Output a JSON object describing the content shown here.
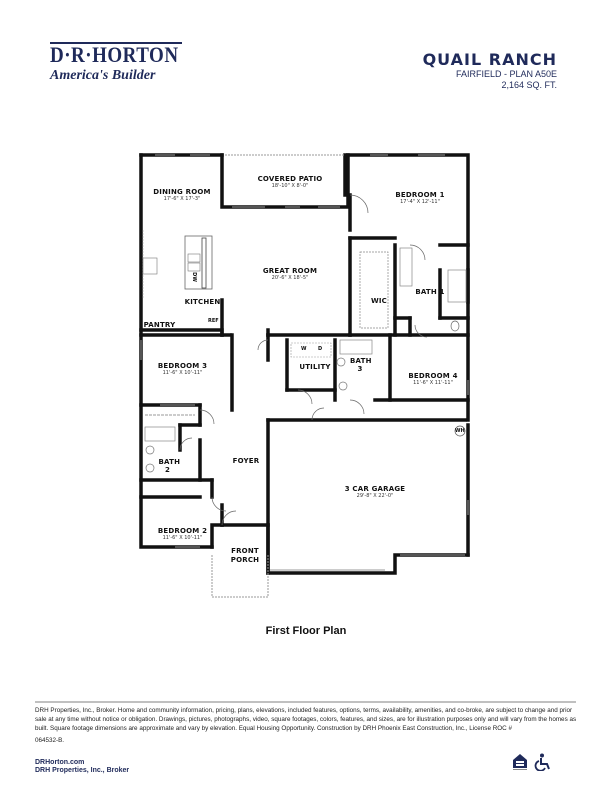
{
  "header": {
    "logo": {
      "name": "D·R·HORTON",
      "tagline": "America's Builder"
    },
    "community": "QUAIL RANCH",
    "plan": "FAIRFIELD - PLAN A50E",
    "sqft": "2,164 SQ. FT."
  },
  "floor_plan": {
    "caption": "First Floor Plan",
    "rooms": [
      {
        "name": "DINING ROOM",
        "dims": "17'-6\" X 17'-3\""
      },
      {
        "name": "COVERED PATIO",
        "dims": "18'-10\" X 8'-0\""
      },
      {
        "name": "BEDROOM 1",
        "dims": "17'-4\" X 12'-11\""
      },
      {
        "name": "GREAT ROOM",
        "dims": "20'-6\" X 18'-5\""
      },
      {
        "name": "KITCHEN",
        "dims": ""
      },
      {
        "name": "PANTRY",
        "dims": ""
      },
      {
        "name": "WIC",
        "dims": ""
      },
      {
        "name": "BATH 1",
        "dims": ""
      },
      {
        "name": "BEDROOM 3",
        "dims": "11'-6\" X 10'-11\""
      },
      {
        "name": "UTILITY",
        "dims": ""
      },
      {
        "name": "BATH 3",
        "dims": ""
      },
      {
        "name": "BEDROOM 4",
        "dims": "11'-6\" X 11'-11\""
      },
      {
        "name": "BATH 2",
        "dims": ""
      },
      {
        "name": "FOYER",
        "dims": ""
      },
      {
        "name": "3 CAR GARAGE",
        "dims": "29'-8\" X 22'-0\""
      },
      {
        "name": "BEDROOM 2",
        "dims": "11'-6\" X 10'-11\""
      },
      {
        "name": "FRONT PORCH",
        "dims": ""
      }
    ],
    "fixtures": {
      "ref": "REF",
      "dw": "DW",
      "washer": "W",
      "dryer": "D",
      "water_heater": "WH"
    }
  },
  "footer": {
    "disclaimer": "DRH Properties, Inc., Broker. Home and community information, pricing, plans, elevations, included features, options, terms, availability, amenities, and co-broke, are subject to change and prior sale at any time without notice or obligation. Drawings, pictures, photographs, video, square footages, colors, features, and sizes, are for illustration purposes only and will vary from the homes as built. Square footage dimensions are approximate and vary by elevation. Equal Housing Opportunity. Construction by DRH Phoenix East Construction, Inc., License ROC #",
    "license": "064532-B.",
    "website": "DRHorton.com",
    "broker": "DRH Properties, Inc., Broker",
    "icons": [
      "equal-housing-icon",
      "accessibility-icon"
    ]
  }
}
